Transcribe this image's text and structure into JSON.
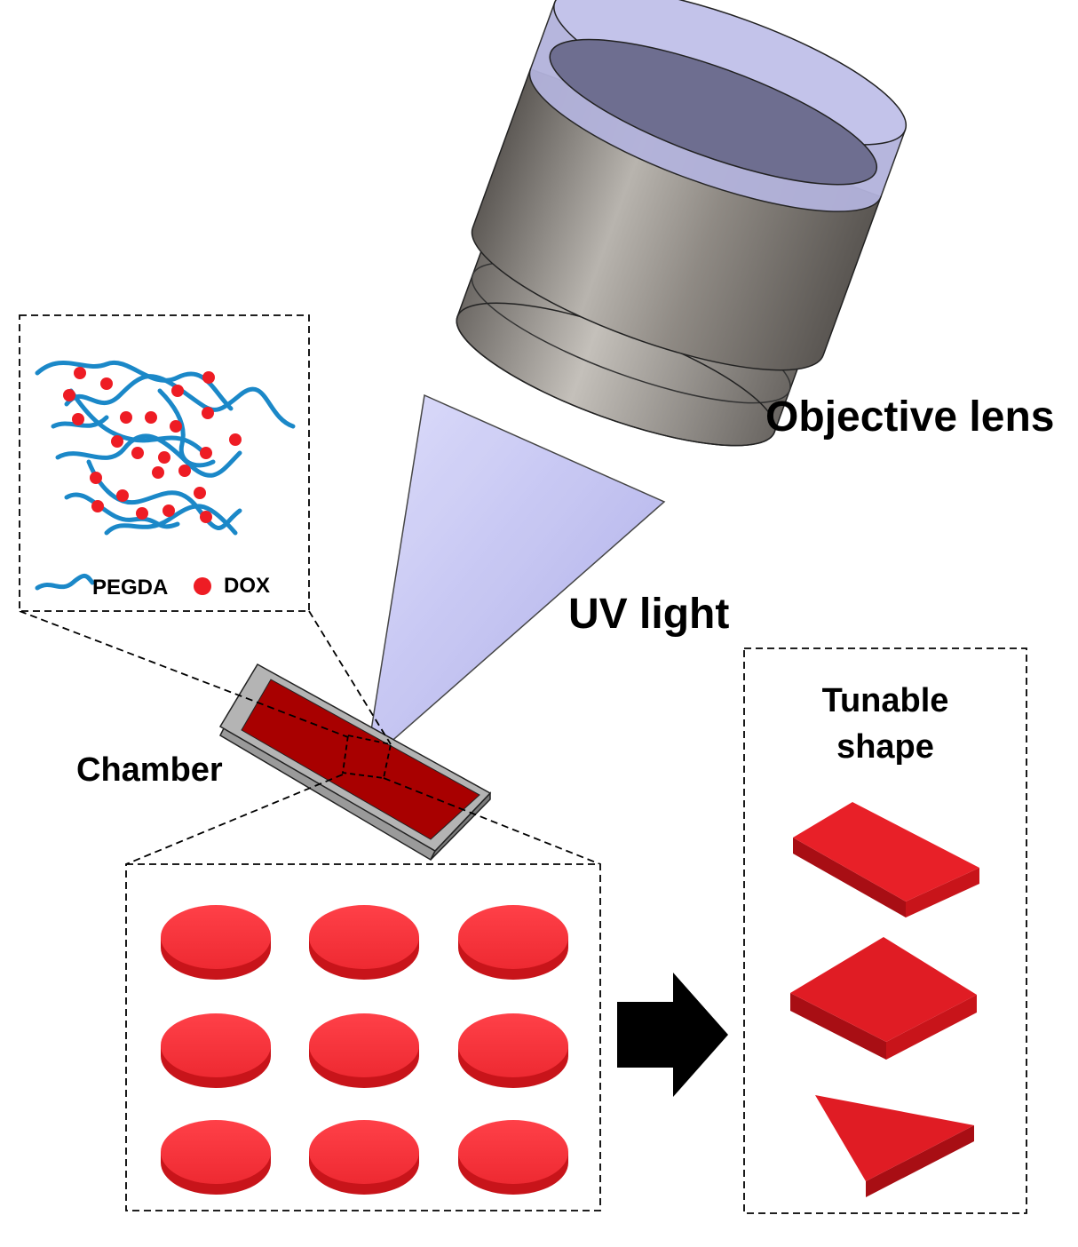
{
  "labels": {
    "objective_lens": "Objective lens",
    "uv_light": "UV light",
    "chamber": "Chamber",
    "tunable_shape_line1": "Tunable",
    "tunable_shape_line2": "shape",
    "legend_pegda": "PEGDA",
    "legend_dox": "DOX"
  },
  "colors": {
    "pegda_chain": "#1b88c8",
    "dox_particle": "#ee1c24",
    "hydrogel_red": "#f03038",
    "chamber_fill": "#a30000",
    "lens_body": "#8a8580",
    "lens_glass": "#a9a9d8",
    "uv_beam": "#c7c7f2"
  },
  "disk_grid": {
    "rows": 3,
    "cols": 3
  },
  "tunable_shapes": [
    "rectangle",
    "square",
    "triangle"
  ]
}
